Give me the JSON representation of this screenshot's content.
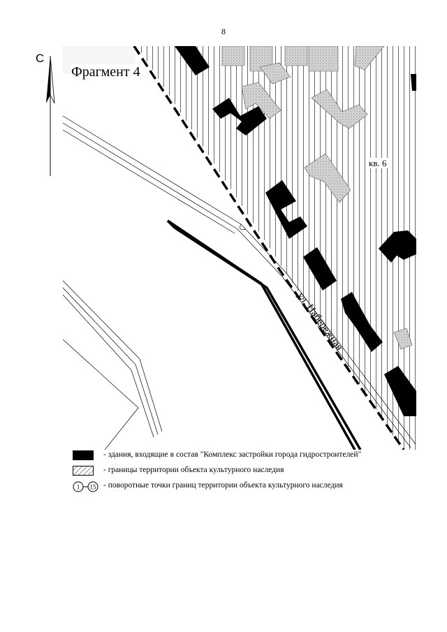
{
  "page": {
    "number": "8"
  },
  "map": {
    "title": "Фрагмент 4",
    "north_label": "С",
    "north_icon": "north-arrow-icon",
    "quarter_label": "кв. 6",
    "street_label": "ул. Набережная"
  },
  "legend": {
    "items": [
      {
        "symbol": "solid-black-rect-icon",
        "text": "- здания, входящие в состав \"Комплекс застройки города гидростроителей\""
      },
      {
        "symbol": "hatched-rect-icon",
        "text": "- границы территории объекта культурного наследия"
      },
      {
        "symbol": "numbered-points-icon",
        "text": "- поворотные точки границ территории объекта культурного наследия",
        "point_from": "1",
        "point_to": "15"
      }
    ]
  }
}
